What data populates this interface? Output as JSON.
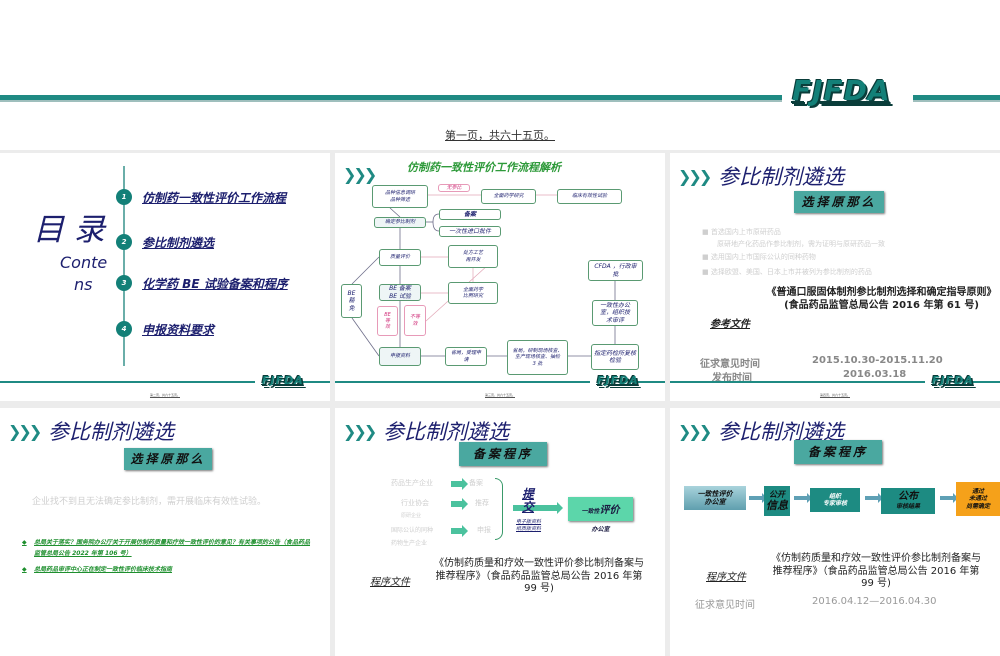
{
  "header": {
    "logo": "FJFDA",
    "page_label": "第一页，共六十五页。"
  },
  "colors": {
    "teal": "#1f8a83",
    "navy": "#1c1f6e",
    "box_teal": "#4aa8a0",
    "orange": "#f5a11a",
    "green_link": "#1e8f2e"
  },
  "slides": [
    {
      "title_cn": "目 录",
      "title_en_1": "Conte",
      "title_en_2": "ns",
      "items": [
        {
          "num": "1",
          "label": "仿制药一致性评价工作流程"
        },
        {
          "num": "2",
          "label": "参比制剂遴选"
        },
        {
          "num": "3",
          "label": "化学药 BE 试验备案和程序"
        },
        {
          "num": "4",
          "label": "申报资料要求"
        }
      ],
      "logo": "FJFDA",
      "page": "第二页，共六十五页。"
    },
    {
      "title": "仿制药一致性评价工作流程解析",
      "boxes": [
        "品种信息调研\n品种筛选",
        "无参比",
        "全面药学研究",
        "临床有效性试验",
        "确定参比制剂",
        "备案",
        "一次性进口批件",
        "质量评价",
        "处方工艺\n再开发",
        "BE\n豁\n免",
        "BE 备案\nBE 试验",
        "全面药学\n比照研究",
        "BE\n等\n效",
        "不等\n效",
        "申报资料",
        "省局，受理申\n请",
        "省局，研制现场核查、\n生产现场核查、抽检\n3 批",
        "指定药检所复核\n检验",
        "一致性办公\n室，组织技\n术审评",
        "CFDA ，行政审\n批"
      ],
      "logo": "FJFDA",
      "page": "第三页，共六十五页。"
    },
    {
      "title": "参比制剂遴选",
      "box": "选择原那么",
      "bullets": [
        "首选国内上市原研药品",
        "原研地产化药品作参比制剂，需为证明与原研药品一致",
        "选用国内上市国际公认的同种药物",
        "选择欧盟、美国、日本上市并被列为参比制剂的药品"
      ],
      "ref_label": "参考文件",
      "ref_doc": "《普通口服固体制剂参比制剂选择和确定指导原则》\n(食品药品监管总局公告 2016 年第 61 号)",
      "comment_label": "征求意见时间",
      "comment_dates": "2015.10.30-2015.11.20",
      "publish_label": "发布时间",
      "publish_date": "2016.03.18",
      "logo": "FJFDA",
      "page": "第四页，共六十五页。"
    },
    {
      "title": "参比制剂遴选",
      "box": "选择原那么",
      "note": "企业找不到且无法确定参比制剂，需开展临床有效性试验。",
      "links": [
        "总局关于落实？国务院办公厅关于开展仿制药质量和疗效一致性评价的意见？有关事项的公告（食品药品监管总局公告 2022 年第 106 号）",
        "总局药品审评中心正在制定一致性评价临床技术指南"
      ]
    },
    {
      "title": "参比制剂遴选",
      "box": "备案程序",
      "sources": [
        "药品生产企业",
        "行业协会",
        "原研企业",
        "国际公认的同种",
        "药物生产企业"
      ],
      "actions": [
        "备案",
        "推荐",
        "申报"
      ],
      "submit": "提交",
      "submit_sub_1": "电子版资料",
      "submit_sub_2": "纸质版资料",
      "target_1": "一致性",
      "target_2": "评价",
      "target_3": "办公室",
      "ref_label": "程序文件",
      "ref_doc": "《仿制药质量和疗效一致性评价参比制剂备案与推荐程序》（食品药品监管总局公告 2016 年第 99 号)"
    },
    {
      "title": "参比制剂遴选",
      "box": "备案程序",
      "steps": [
        {
          "l1": "一致性评价",
          "l2": "办公室"
        },
        {
          "l1": "公开",
          "l2": "信息"
        },
        {
          "l1": "组织",
          "l2": "专家审核"
        },
        {
          "l1": "公布",
          "l2": "审核结果"
        },
        {
          "l1": "通过",
          "l2": "未通过",
          "l3": "尚需确定"
        }
      ],
      "ref_label": "程序文件",
      "ref_doc": "《仿制药质量和疗效一致性评价参比制剂备案与推荐程序》（食品药品监管总局公告 2016 年第 99 号)",
      "comment_label": "征求意见时间",
      "comment_dates": "2016.04.12—2016.04.30"
    }
  ]
}
